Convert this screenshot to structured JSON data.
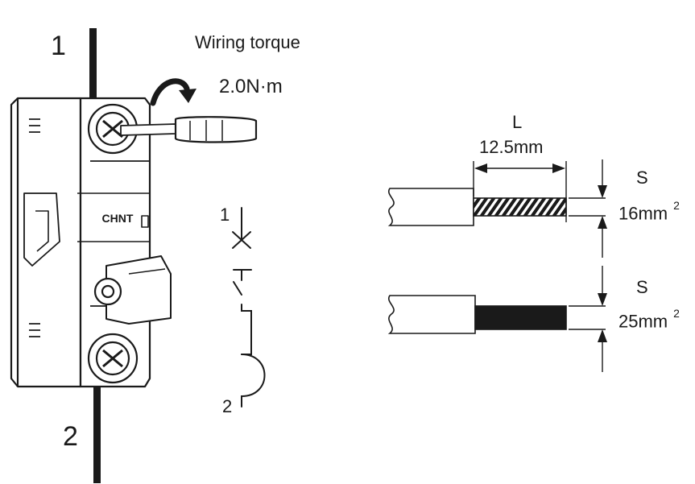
{
  "breaker": {
    "terminal_top": "1",
    "terminal_bottom": "2",
    "torque_label": "Wiring torque",
    "torque_value": "2.0N·m",
    "brand": "CHNT",
    "symbol_top": "1",
    "symbol_bottom": "2"
  },
  "wires": {
    "strip_length_letter": "L",
    "strip_length_value": "12.5mm",
    "wire_1": {
      "section_letter": "S",
      "section_value": "16mm",
      "section_exp": "2",
      "conductor_style": "hatched"
    },
    "wire_2": {
      "section_letter": "S",
      "section_value": "25mm",
      "section_exp": "2",
      "conductor_style": "solid"
    }
  }
}
